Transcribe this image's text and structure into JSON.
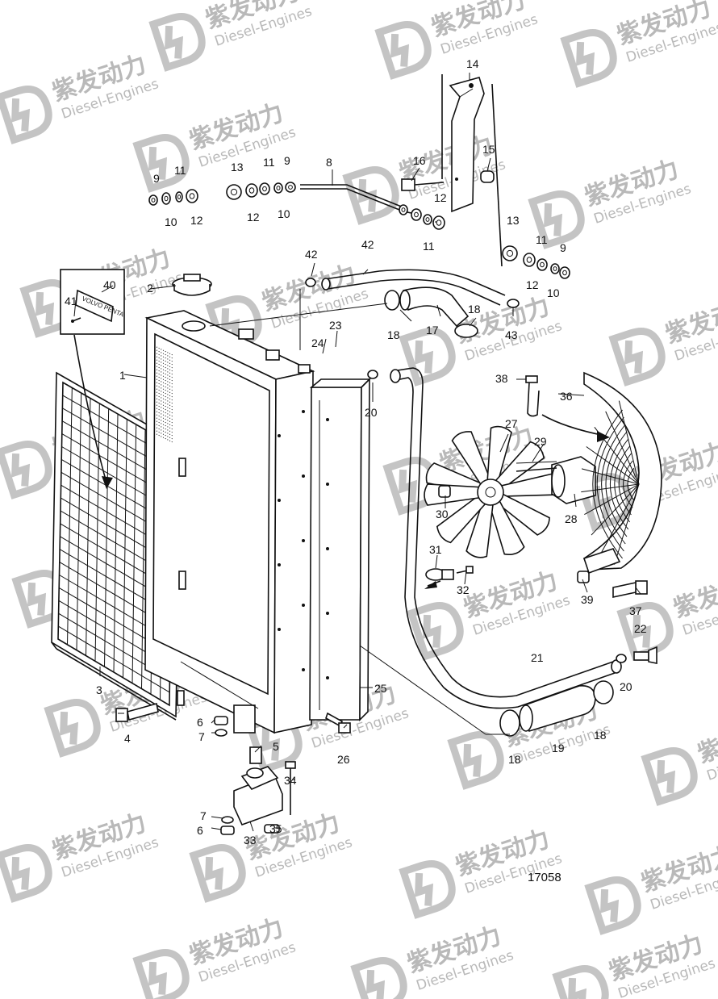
{
  "watermark": {
    "brand": "紫发动力",
    "subtitle": "Diesel-Engines",
    "logo_icon": "d-lightning-logo-icon"
  },
  "drawing_number": "17058",
  "plate_text": "VOLVO PENTA",
  "callouts": [
    "1",
    "2",
    "3",
    "4",
    "5",
    "6",
    "6",
    "7",
    "7",
    "8",
    "9",
    "9",
    "9",
    "10",
    "10",
    "10",
    "11",
    "11",
    "11",
    "11",
    "12",
    "12",
    "12",
    "12",
    "13",
    "13",
    "14",
    "15",
    "16",
    "17",
    "18",
    "18",
    "18",
    "18",
    "19",
    "20",
    "20",
    "21",
    "22",
    "23",
    "24",
    "25",
    "26",
    "27",
    "28",
    "29",
    "30",
    "31",
    "32",
    "33",
    "34",
    "35",
    "36",
    "37",
    "38",
    "39",
    "40",
    "41",
    "42",
    "42",
    "43"
  ]
}
